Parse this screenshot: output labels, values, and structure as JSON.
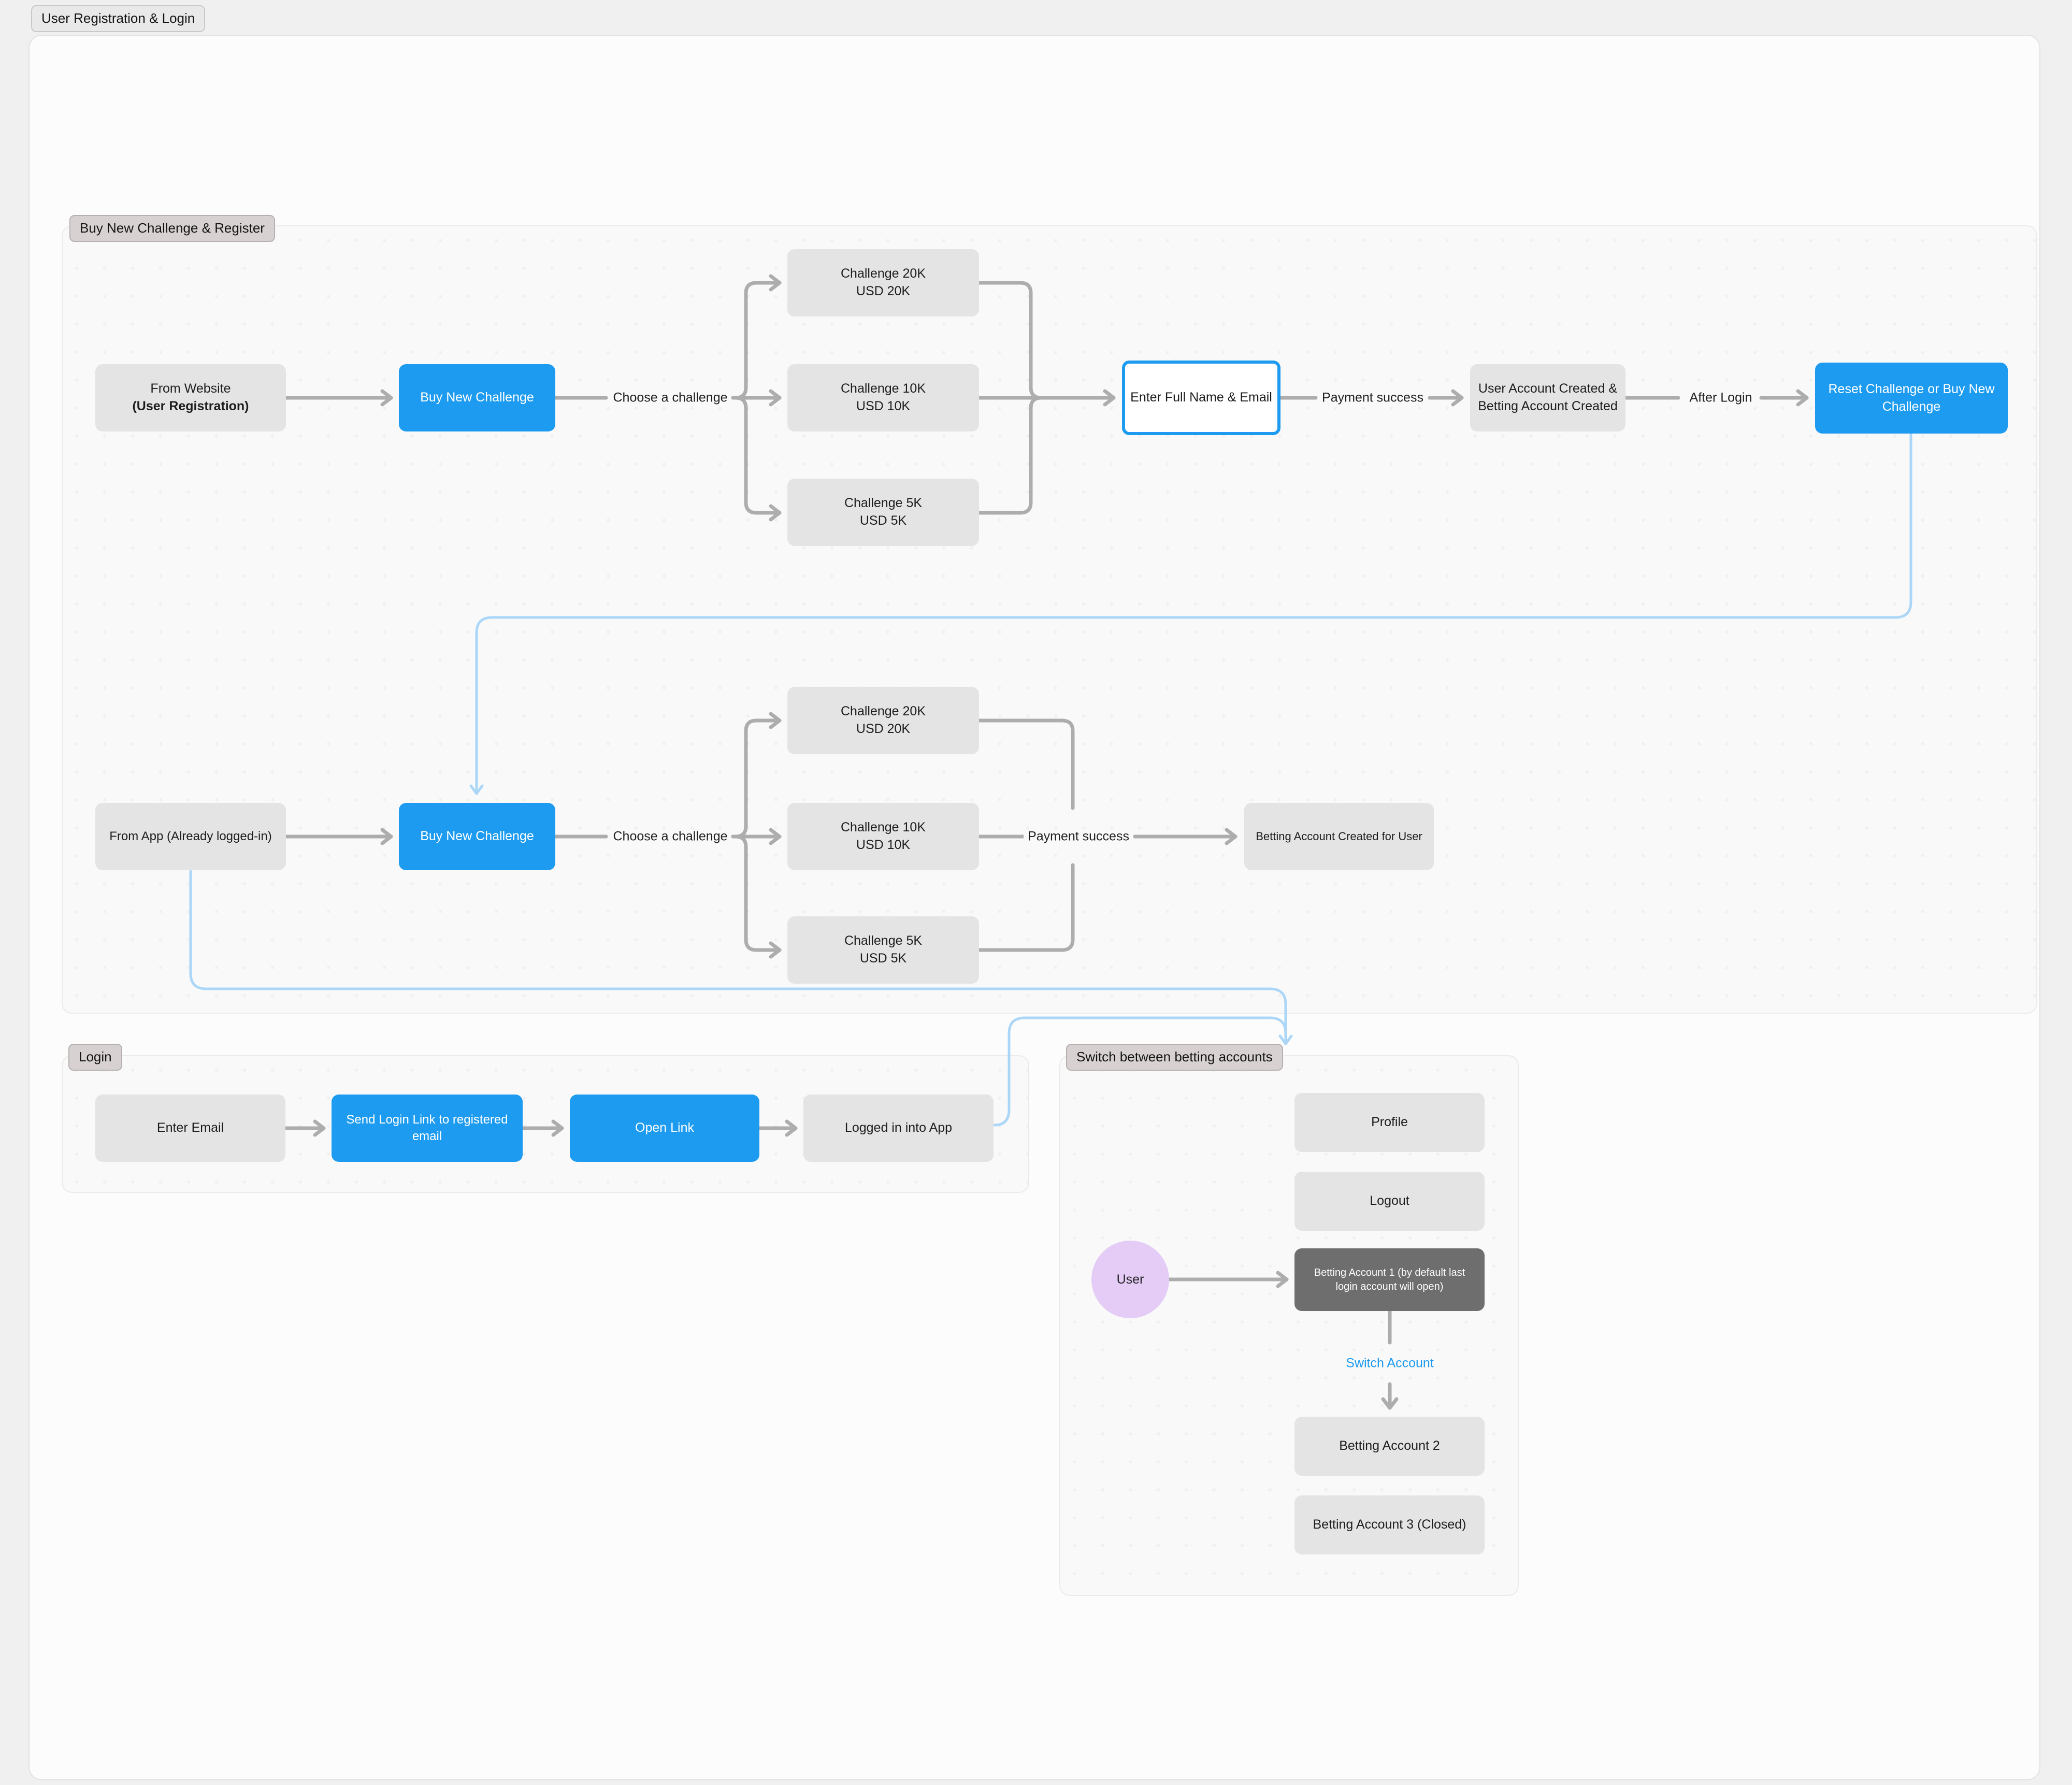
{
  "page": {
    "title": "User Registration & Login"
  },
  "colors": {
    "accent_blue": "#1d9bf0",
    "node_gray": "#e5e4e4",
    "node_dark": "#6e6e6e",
    "user_circle_purple": "#e4ccf6",
    "connector_gray": "#adadad",
    "connector_light_blue": "#abd6f7",
    "link_blue": "#1d9bf0"
  },
  "register": {
    "label": "Buy New Challenge & Register",
    "row1": {
      "from_website_line1": "From Website",
      "from_website_line2": "(User Registration)",
      "buy_new_challenge": "Buy New Challenge",
      "choose_challenge": "Choose a challenge",
      "challenge_20k_line1": "Challenge 20K",
      "challenge_20k_line2": "USD 20K",
      "challenge_10k_line1": "Challenge 10K",
      "challenge_10k_line2": "USD 10K",
      "challenge_5k_line1": "Challenge 5K",
      "challenge_5k_line2": "USD 5K",
      "enter_full_name": "Enter Full Name & Email",
      "payment_success": "Payment success",
      "account_created_line1": "User Account Created &",
      "account_created_line2": "Betting Account Created",
      "after_login": "After Login",
      "reset_challenge": "Reset Challenge or Buy New Challenge"
    },
    "row2": {
      "from_app": "From App (Already logged-in)",
      "buy_new_challenge": "Buy New Challenge",
      "choose_challenge": "Choose a challenge",
      "challenge_20k_line1": "Challenge 20K",
      "challenge_20k_line2": "USD 20K",
      "challenge_10k_line1": "Challenge 10K",
      "challenge_10k_line2": "USD 10K",
      "challenge_5k_line1": "Challenge 5K",
      "challenge_5k_line2": "USD 5K",
      "payment_success": "Payment success",
      "betting_account_created": "Betting Account Created for User"
    }
  },
  "login": {
    "label": "Login",
    "enter_email": "Enter Email",
    "send_login_link": "Send Login Link to registered email",
    "open_link": "Open Link",
    "logged_in": "Logged in into App"
  },
  "switch": {
    "label": "Switch between betting accounts",
    "user": "User",
    "profile": "Profile",
    "logout": "Logout",
    "betting_account_1": "Betting Account 1 (by default last login account will open)",
    "switch_account": "Switch Account",
    "betting_account_2": "Betting Account 2",
    "betting_account_3": "Betting Account 3 (Closed)"
  }
}
